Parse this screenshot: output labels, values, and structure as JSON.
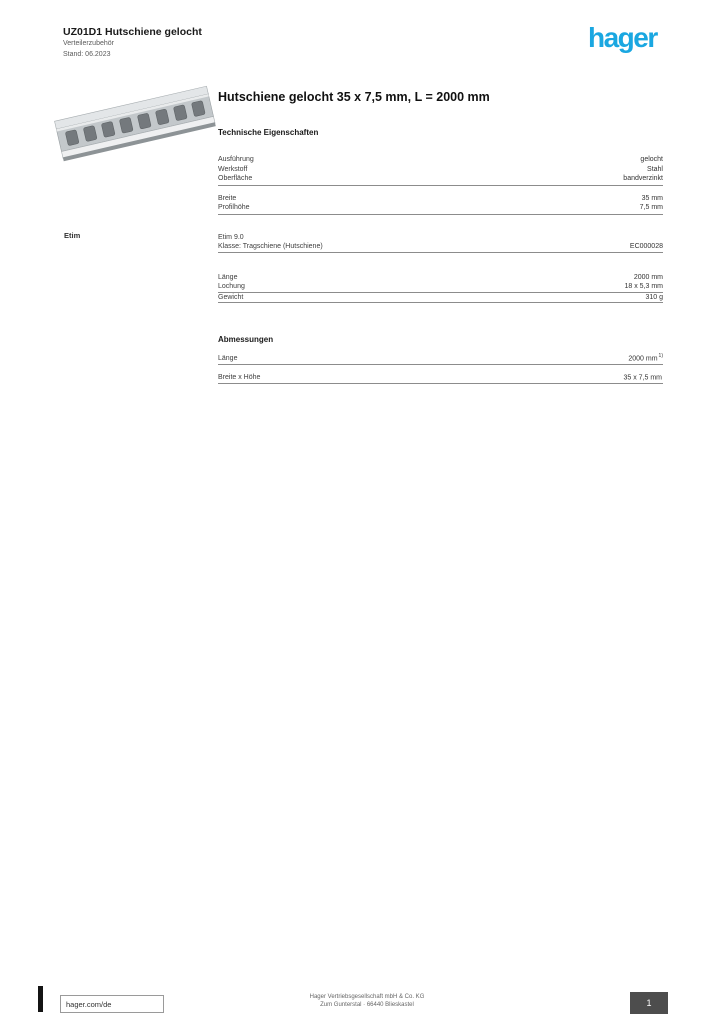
{
  "header": {
    "ref_title": "UZ01D1 Hutschiene gelocht",
    "subline1": "Verteilerzubehör",
    "subline2": "Stand: 06.2023",
    "logo": "hager",
    "logo_color": "#1aa7e1"
  },
  "main": {
    "title": "Hutschiene gelocht 35 x 7,5 mm, L = 2000 mm",
    "section_heading": "Technische Eigenschaften",
    "rows_a": [
      {
        "label": "Ausführung",
        "value": "gelocht"
      },
      {
        "label": "Werkstoff",
        "value": "Stahl"
      },
      {
        "label": "Oberfläche",
        "value": "bandverzinkt"
      }
    ],
    "rows_b": [
      {
        "label": "Breite",
        "value": "35 mm"
      },
      {
        "label": "Profilhöhe",
        "value": "7,5 mm"
      }
    ],
    "rows_c": [
      {
        "label": "Länge",
        "value": "2000 mm"
      },
      {
        "label": "Lochung",
        "value": "18 x 5,3 mm"
      },
      {
        "label": "Gewicht",
        "value": "310 g"
      }
    ],
    "dim": {
      "heading": "Abmessungen",
      "rows": [
        {
          "label": "Länge",
          "value": "2000 mm",
          "footnote": "1)"
        },
        {
          "label": "Breite x Höhe",
          "value": "35 x 7,5 mm",
          "footnote": ""
        }
      ]
    }
  },
  "etim": {
    "side_label": "Etim",
    "version": "Etim 9.0",
    "class_label": "Klasse: Tragschiene (Hutschiene)",
    "class_code": "EC000028"
  },
  "footer": {
    "link": "hager.com/de",
    "center_line1": "Hager Vertriebsgesellschaft mbH & Co. KG",
    "center_line2": "Zum Gunterstal · 66440 Blieskastel",
    "page": "1"
  },
  "product_image": {
    "name": "din-rail-perforated",
    "description": "perforated steel DIN rail"
  }
}
